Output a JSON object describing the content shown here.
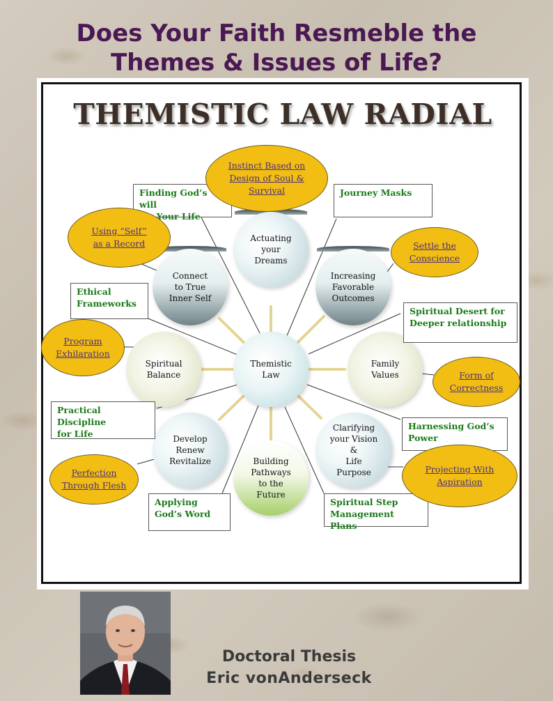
{
  "header": {
    "line1": "Does Your Faith Resmeble the",
    "line2": "Themes & Issues of Life?"
  },
  "diagram": {
    "heading": "THEMISTIC LAW RADIAL",
    "center": "Themistic\nLaw",
    "circles": {
      "actuating": "Actuating\nyour\nDreams",
      "increasing": "Increasing\nFavorable\nOutcomes",
      "family": "Family\nValues",
      "clarifying": "Clarifying\nyour Vision\n&\nLife\nPurpose",
      "building": "Building\nPathways\nto the\nFuture",
      "develop": "Develop\nRenew\nRevitalize",
      "spiritual_balance": "Spiritual\nBalance",
      "connect": "Connect\nto True\nInner Self"
    },
    "boxes": {
      "finding": "Finding God’s will\nfor Your Life",
      "journey": "Journey Masks",
      "ethical": "Ethical\nFrameworks",
      "desert": "Spiritual Desert for\nDeeper relationship",
      "practical": "Practical Discipline\nfor Life",
      "harnessing": "Harnessing God’s\nPower",
      "applying": "Applying\nGod’s Word",
      "step": "Spiritual Step\nManagement Plans"
    },
    "ovals": {
      "instinct": "Instinct Based on\nDesign of Soul  &\nSurvival",
      "using_self": "Using “Self”\nas a Record",
      "settle": "Settle the\nConscience",
      "program": "Program\nExhilaration",
      "form": "Form of\nCorrectness",
      "perfection": "Perfection\nThrough Flesh",
      "projecting": "Projecting With\nAspiration"
    }
  },
  "footer": {
    "thesis_label": "Doctoral Thesis",
    "author": "Eric vonAnderseck"
  },
  "colors": {
    "title": "#4a1852",
    "oval_fill": "#f3be14",
    "box_text": "#1a7a1a",
    "oval_text": "#4a2f7a"
  }
}
